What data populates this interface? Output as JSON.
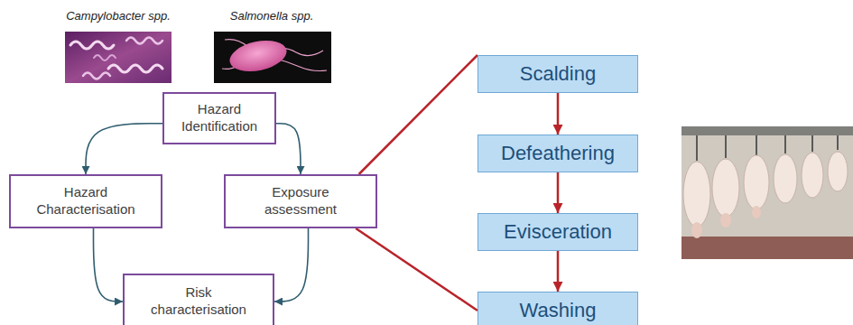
{
  "diagram": {
    "nodes": [
      {
        "text": [
          "Hazard Identification"
        ]
      },
      {
        "text": [
          "Hazard Characterisation"
        ]
      },
      {
        "text": [
          "Exposure assessment"
        ]
      },
      {
        "text": [
          "Risk characterisation"
        ]
      },
      {
        "text": [
          "Scalding"
        ]
      },
      {
        "text": [
          "Defeathering"
        ]
      },
      {
        "text": [
          "Evisceration"
        ]
      },
      {
        "text": [
          "Washing"
        ]
      }
    ],
    "edges": [
      {
        "from": 0,
        "to": 1,
        "arrow": "to"
      },
      {
        "from": 0,
        "to": 2,
        "arrow": "to"
      },
      {
        "from": 1,
        "to": 3,
        "arrow": "to"
      },
      {
        "from": 2,
        "to": 3,
        "arrow": "to"
      },
      {
        "from": 2,
        "to": 4,
        "arrow": "none"
      },
      {
        "from": 2,
        "to": 7,
        "arrow": "none"
      },
      {
        "from": 4,
        "to": 5,
        "arrow": "to"
      },
      {
        "from": 5,
        "to": 6,
        "arrow": "to"
      },
      {
        "from": 6,
        "to": 7,
        "arrow": "to"
      }
    ],
    "labels": [
      "Campylobacter spp.",
      "Salmonella spp."
    ]
  }
}
